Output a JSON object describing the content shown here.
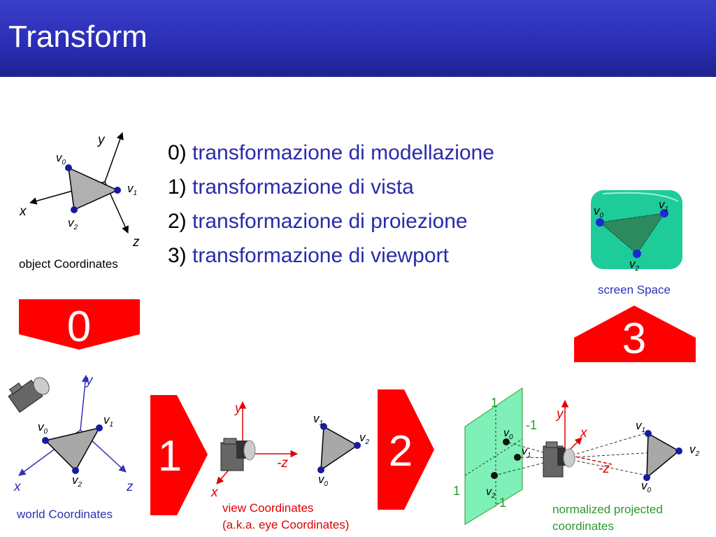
{
  "title": "Transform",
  "steps": [
    {
      "num": "0)",
      "label": "transformazione di modellazione"
    },
    {
      "num": "1)",
      "label": "transformazione di vista"
    },
    {
      "num": "2)",
      "label": "transformazione di proiezione"
    },
    {
      "num": "3)",
      "label": "transformazione di viewport"
    }
  ],
  "labels": {
    "object": "object Coordinates",
    "screen": "screen Space",
    "world": "world Coordinates",
    "view_1": "view Coordinates",
    "view_2": "(a.k.a. eye Coordinates)",
    "npc_1": "normalized projected",
    "npc_2": "coordinates"
  },
  "arrows": {
    "a0": "0",
    "a1": "1",
    "a2": "2",
    "a3": "3"
  },
  "axes": {
    "x": "x",
    "y": "y",
    "z": "z",
    "neg_z": "-z"
  },
  "vertices": {
    "v": "v",
    "s0": "0",
    "s1": "1",
    "s2": "2"
  },
  "npc_ticks": {
    "one": "1",
    "minus_one": "-1"
  },
  "colors": {
    "header": "#2a2db4",
    "step": "#2a2aaa",
    "arrow": "#ff0000",
    "screen_bg": "#1ecc9a",
    "plane": "#7ef0b8",
    "label_blue": "#3030b8",
    "label_red": "#e00000",
    "label_green": "#2a9a2a"
  }
}
